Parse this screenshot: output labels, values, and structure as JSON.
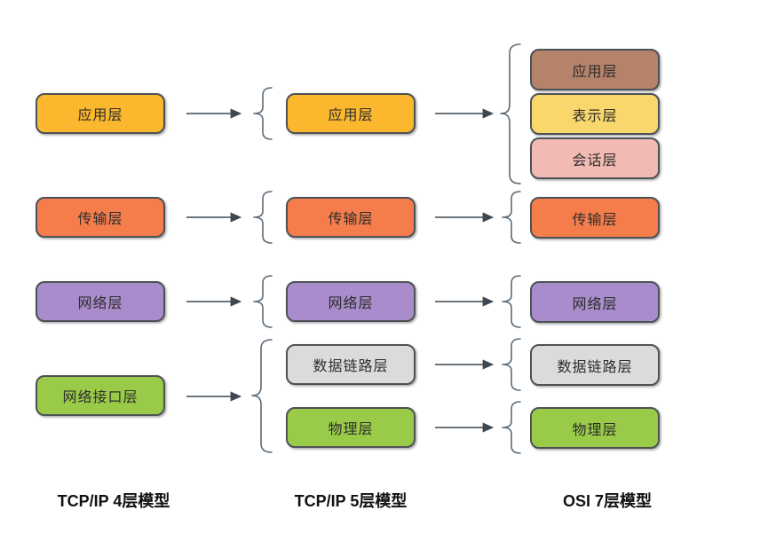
{
  "colors": {
    "background": "#ffffff",
    "border": "#4d5257",
    "text": "#2d2d2d",
    "arrow": "#3d4852",
    "brace": "#5c6b78",
    "amber": "#fbb72e",
    "orange": "#f57d4b",
    "purple": "#a98ccb",
    "green": "#99cb48",
    "gray": "#dbdbdb",
    "brown": "#b5826a",
    "light_yellow": "#f9d76c",
    "pink": "#f1bab3"
  },
  "models": [
    {
      "label": "TCP/IP 4层模型",
      "layers": [
        {
          "name": "应用层",
          "color": "#fbb72e"
        },
        {
          "name": "传输层",
          "color": "#f57d4b"
        },
        {
          "name": "网络层",
          "color": "#a98ccb"
        },
        {
          "name": "网络接口层",
          "color": "#99cb48"
        }
      ]
    },
    {
      "label": "TCP/IP 5层模型",
      "layers": [
        {
          "name": "应用层",
          "color": "#fbb72e"
        },
        {
          "name": "传输层",
          "color": "#f57d4b"
        },
        {
          "name": "网络层",
          "color": "#a98ccb"
        },
        {
          "name": "数据链路层",
          "color": "#dbdbdb"
        },
        {
          "name": "物理层",
          "color": "#99cb48"
        }
      ]
    },
    {
      "label": "OSI 7层模型",
      "layers": [
        {
          "name": "应用层",
          "color": "#b5826a"
        },
        {
          "name": "表示层",
          "color": "#f9d76c"
        },
        {
          "name": "会话层",
          "color": "#f1bab3"
        },
        {
          "name": "传输层",
          "color": "#f57d4b"
        },
        {
          "name": "网络层",
          "color": "#a98ccb"
        },
        {
          "name": "数据链路层",
          "color": "#dbdbdb"
        },
        {
          "name": "物理层",
          "color": "#99cb48"
        }
      ]
    }
  ]
}
